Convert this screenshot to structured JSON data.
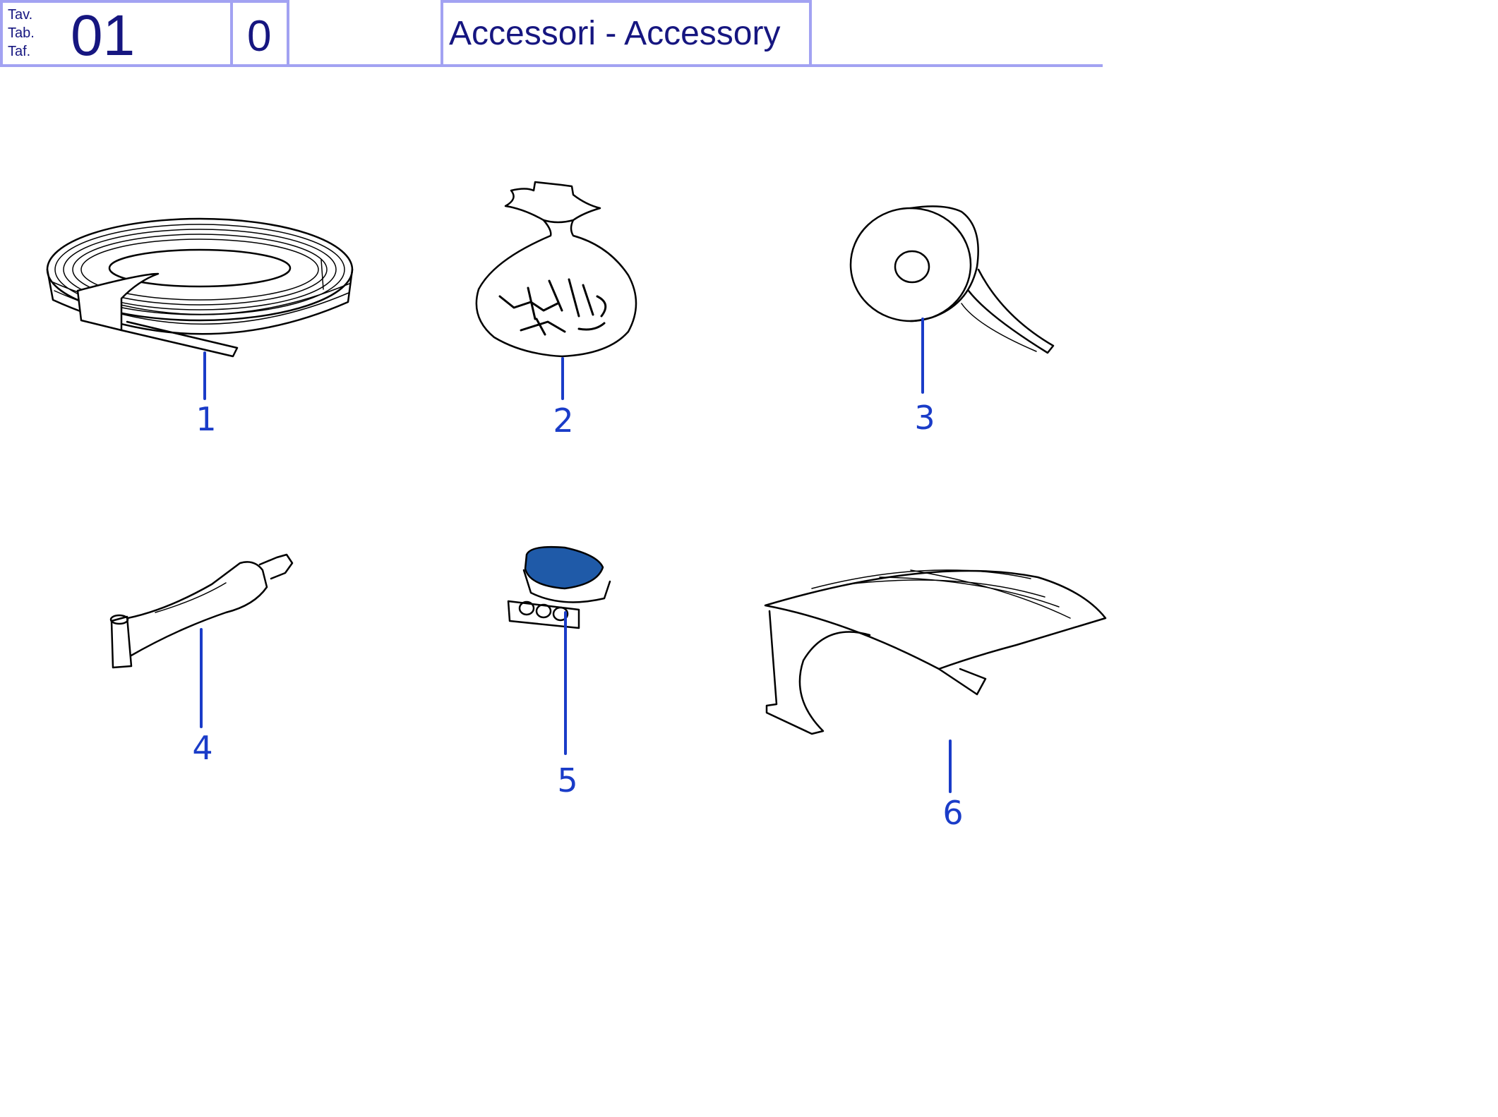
{
  "header": {
    "table_labels": [
      "Tav.",
      "Tab.",
      "Taf."
    ],
    "table_number": "01",
    "revision": "0",
    "title": "Accessori - Accessory"
  },
  "colors": {
    "frame": "#a2a2f2",
    "header_text": "#161680",
    "callout": "#1a3cc8",
    "connector_cap": "#1f5aa8"
  },
  "parts": [
    {
      "number": "1",
      "icon": "wire-coil-icon"
    },
    {
      "number": "2",
      "icon": "pegs-bag-icon"
    },
    {
      "number": "3",
      "icon": "tape-roll-icon"
    },
    {
      "number": "4",
      "icon": "grease-tube-icon"
    },
    {
      "number": "5",
      "icon": "wire-connector-icon"
    },
    {
      "number": "6",
      "icon": "roof-shelter-icon"
    }
  ]
}
